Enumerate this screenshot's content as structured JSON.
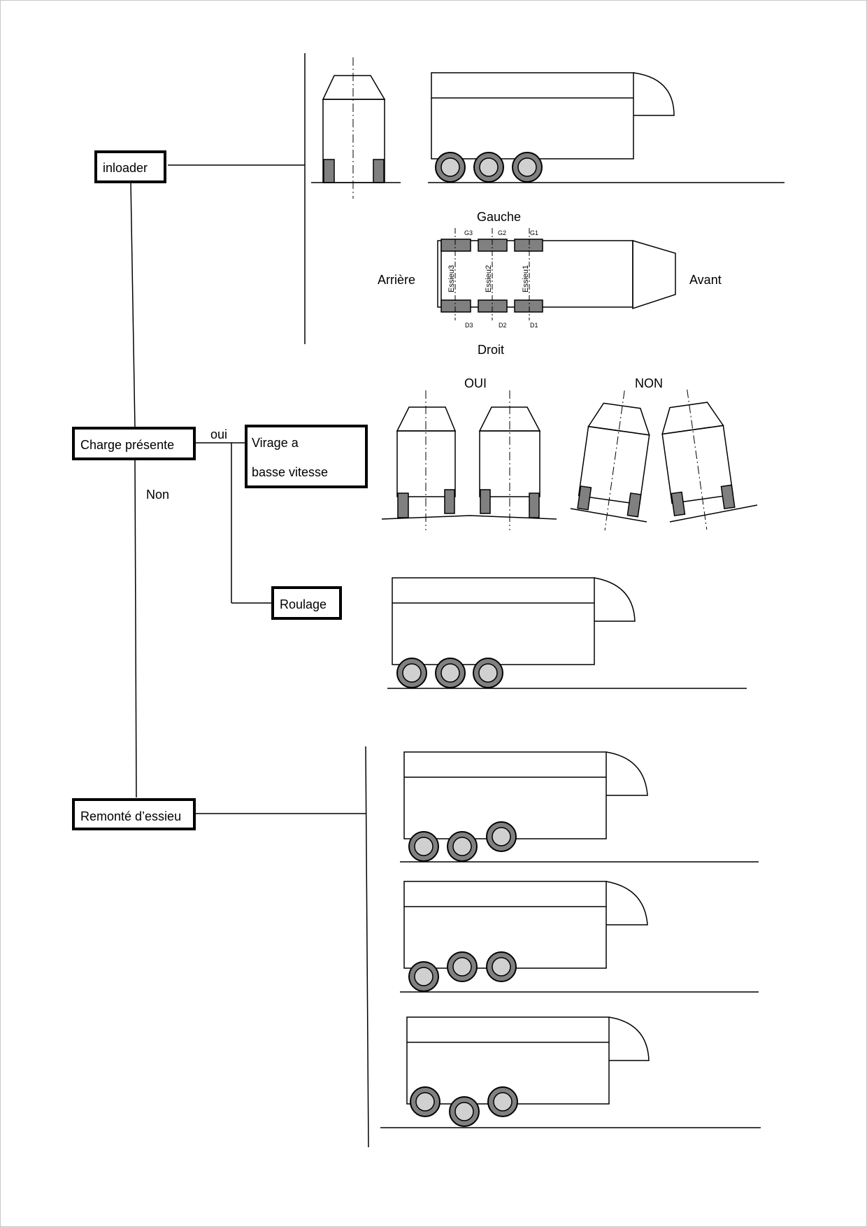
{
  "boxes": {
    "inloader": "inloader",
    "charge": "Charge présente",
    "virage_line1": "Virage a",
    "virage_line2": "basse vitesse",
    "roulage": "Roulage",
    "remonte": "Remonté d’essieu"
  },
  "branch_labels": {
    "oui": "oui",
    "non": "Non"
  },
  "top_view": {
    "gauche": "Gauche",
    "droit": "Droit",
    "arriere": "Arrière",
    "avant": "Avant",
    "left_wheels": [
      "G3",
      "G2",
      "G1"
    ],
    "right_wheels": [
      "D3",
      "D2",
      "D1"
    ],
    "axles": [
      "Essieu3",
      "Essieu2",
      "Essieu1"
    ]
  },
  "turn_view": {
    "oui": "OUI",
    "non": "NON"
  },
  "colors": {
    "line": "#000000",
    "wheel_outer": "#808080",
    "wheel_inner": "#d0d0d0"
  }
}
